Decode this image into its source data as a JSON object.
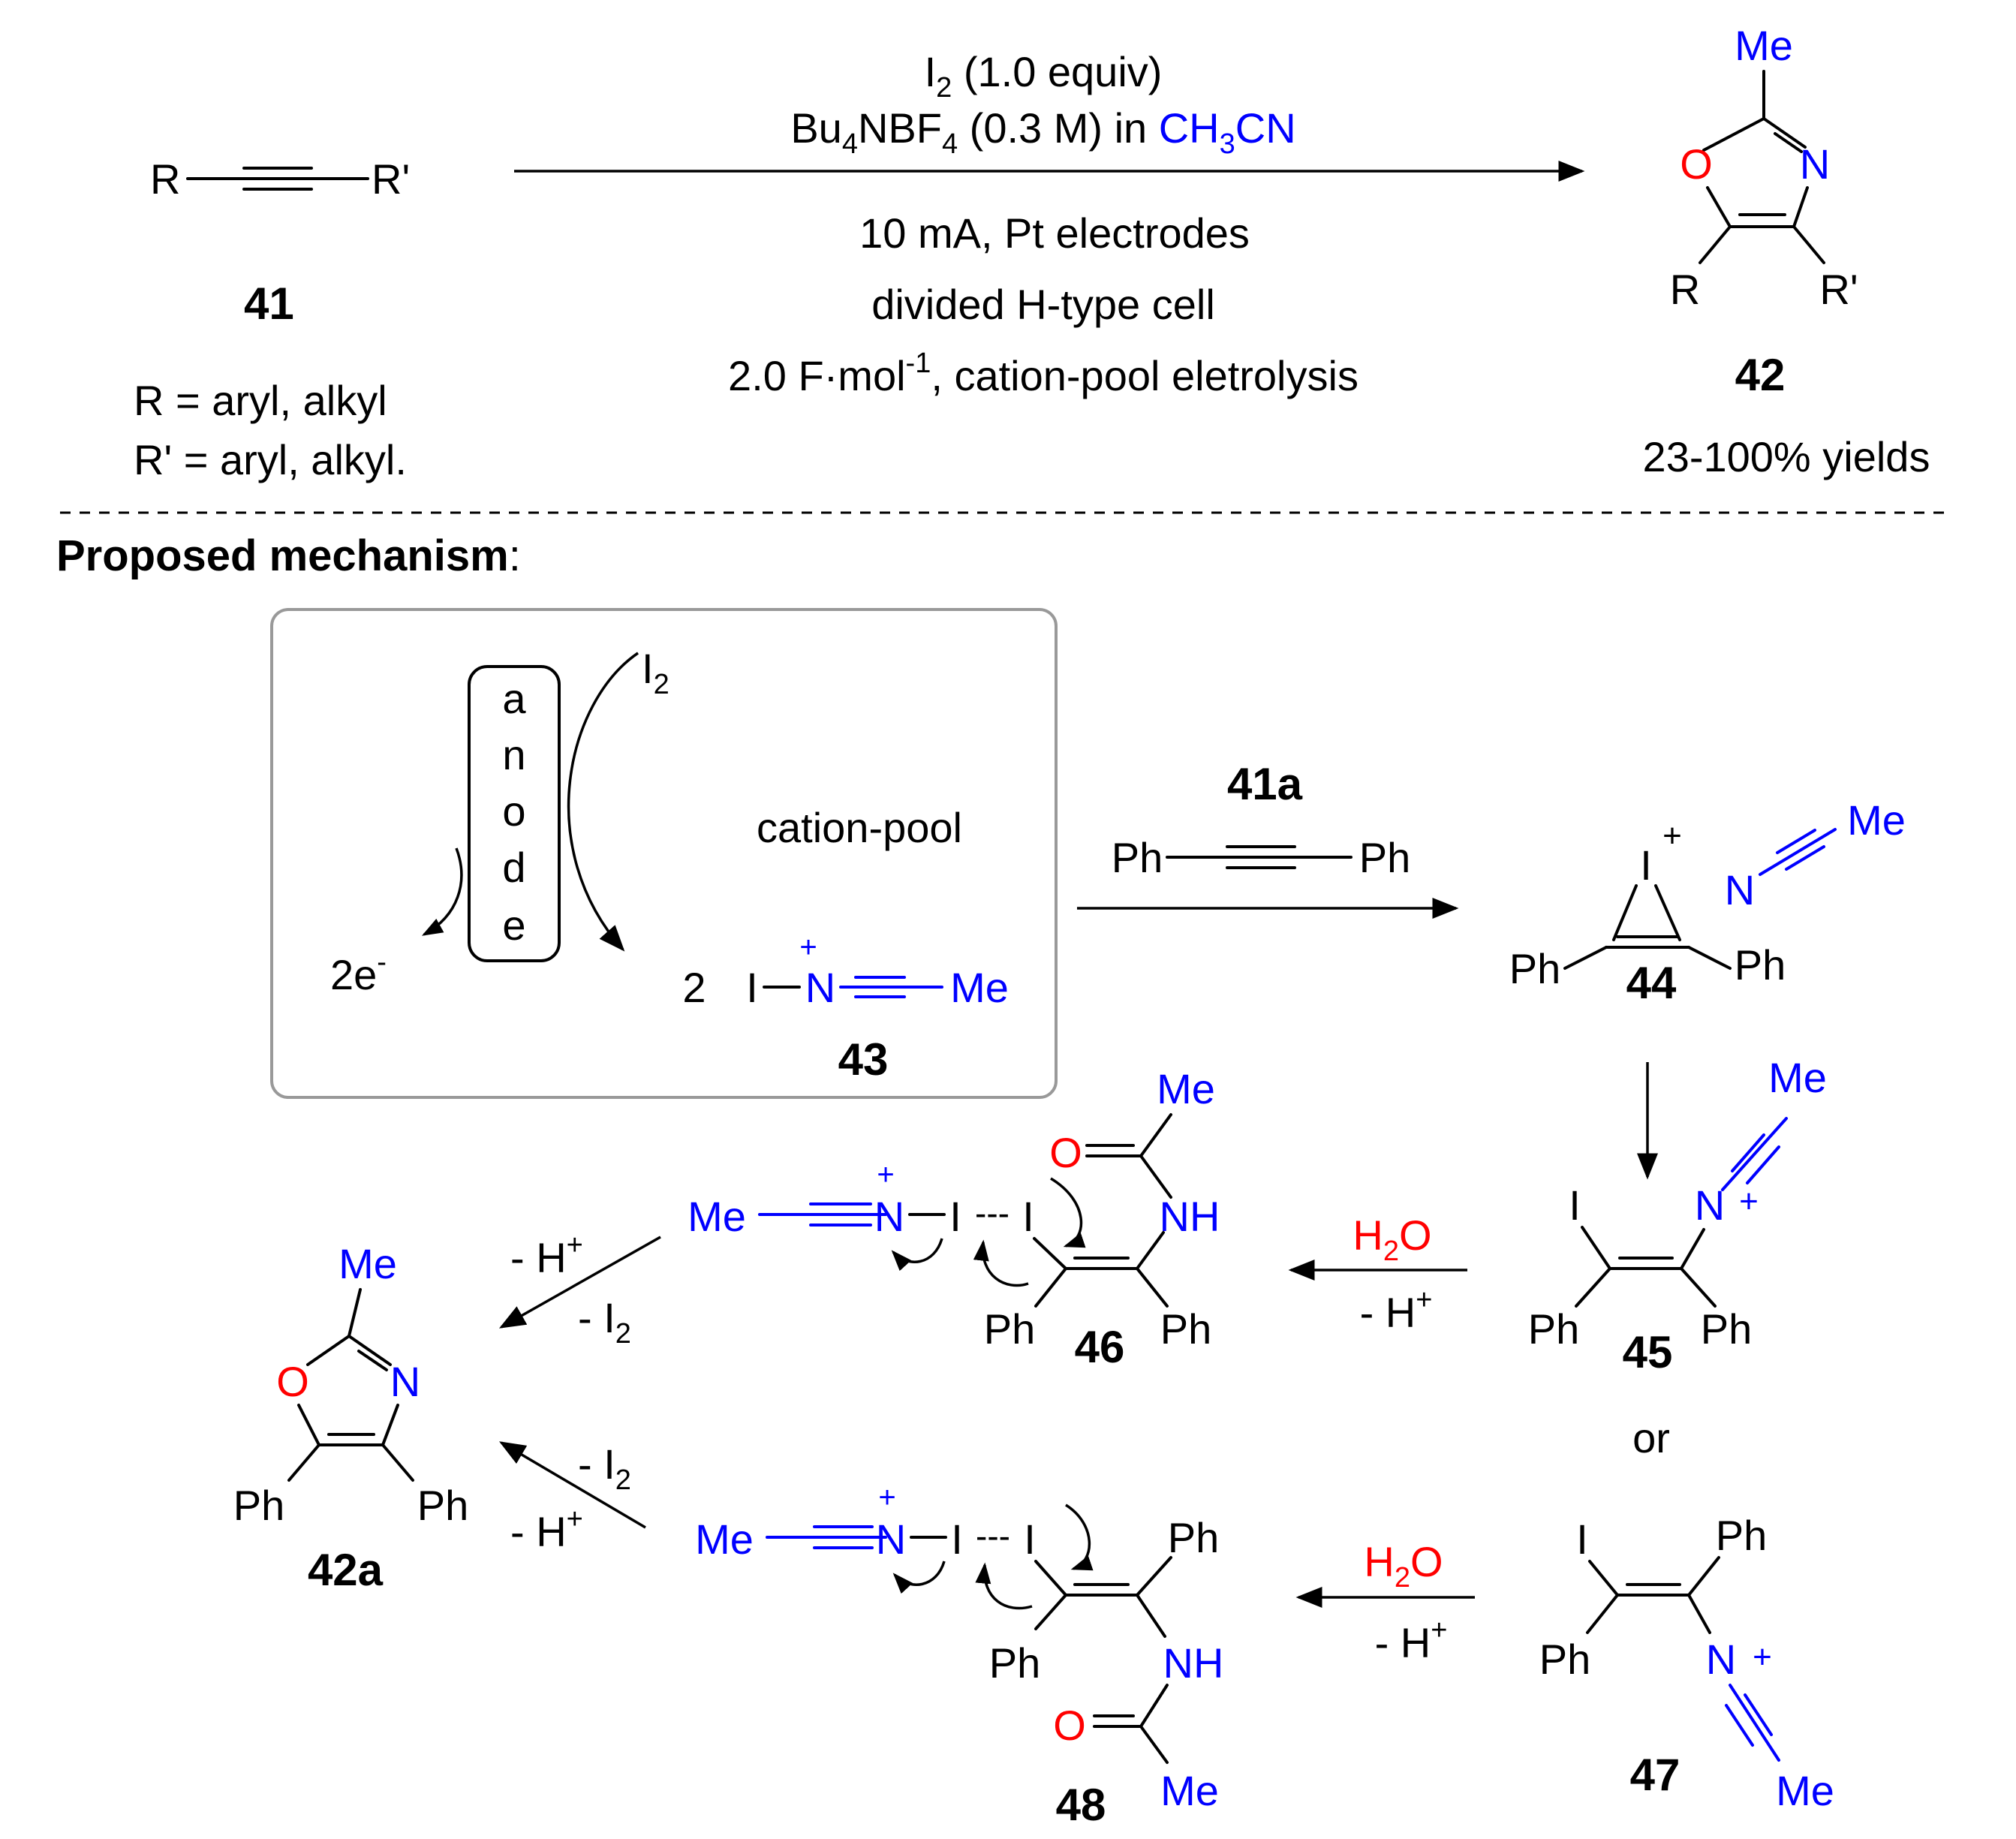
{
  "reaction": {
    "reactant_label": "41",
    "reactant_R": "R",
    "reactant_Rp": "R'",
    "substituent_R": "R =  aryl, alkyl",
    "substituent_Rp": "R' =  aryl, alkyl.",
    "conditions": {
      "iodine": "I",
      "iodine_sub": "2",
      "iodine_equiv": " (1.0 equiv)",
      "electrolyte_prefix": "Bu",
      "electrolyte_sub1": "4",
      "electrolyte_mid": "NBF",
      "electrolyte_sub2": "4",
      "electrolyte_suffix": " (0.3 M) in ",
      "solvent_a": "CH",
      "solvent_sub": "3",
      "solvent_b": "CN",
      "current": "10 mA, Pt electrodes",
      "cell": "divided H-type cell",
      "charge_a": "2.0 F·mol",
      "charge_sup": "-1",
      "charge_b": ", cation-pool eletrolysis"
    },
    "product_label": "42",
    "product_yield": "23-100% yields"
  },
  "atoms": {
    "Me": "Me",
    "O": "O",
    "N": "N",
    "NH": "NH",
    "I": "I",
    "R": "R",
    "Rp": "R'",
    "Ph": "Ph",
    "plus": "+",
    "two": "2"
  },
  "mechanism": {
    "heading": "Proposed mechanism",
    "heading_colon": ":",
    "anode_letters": [
      "a",
      "n",
      "o",
      "d",
      "e"
    ],
    "electrons": "2e",
    "electrons_sup": "-",
    "iodine": "I",
    "iodine_sub": "2",
    "cation_pool": "cation-pool",
    "labels": {
      "c43": "43",
      "c41a": "41a",
      "c44": "44",
      "c45": "45",
      "c46": "46",
      "c47": "47",
      "c48": "48",
      "c42a": "42a"
    },
    "water_a": "H",
    "water_sub": "2",
    "water_b": "O",
    "minus_h": "- H",
    "minus_h_sup": "+",
    "minus_i": "- I",
    "minus_i_sub": "2",
    "dashes": "---",
    "or": "or"
  },
  "colors": {
    "heteroatom_N": "#0000ff",
    "heteroatom_O": "#ff0000",
    "text": "#000000",
    "box": "#999999",
    "divider": "#000000"
  }
}
